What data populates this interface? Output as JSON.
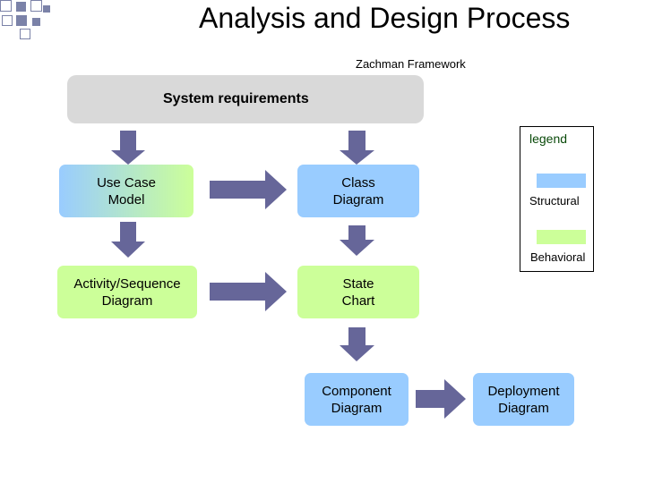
{
  "title": "Analysis and Design Process",
  "subtitle": "Zachman Framework",
  "system_requirements": "System requirements",
  "nodes": {
    "use_case": "Use Case\nModel",
    "class_diagram": "Class\nDiagram",
    "activity_sequence": "Activity/Sequence\nDiagram",
    "state_chart": "State\nChart",
    "component": "Component\nDiagram",
    "deployment": "Deployment\nDiagram"
  },
  "legend": {
    "title": "legend",
    "structural": {
      "label": "Structural",
      "color": "#99ccff"
    },
    "behavioral": {
      "label": "Behavioral",
      "color": "#ccff99"
    }
  },
  "colors": {
    "arrow": "#666699",
    "requirements_box": "#d9d9d9"
  }
}
